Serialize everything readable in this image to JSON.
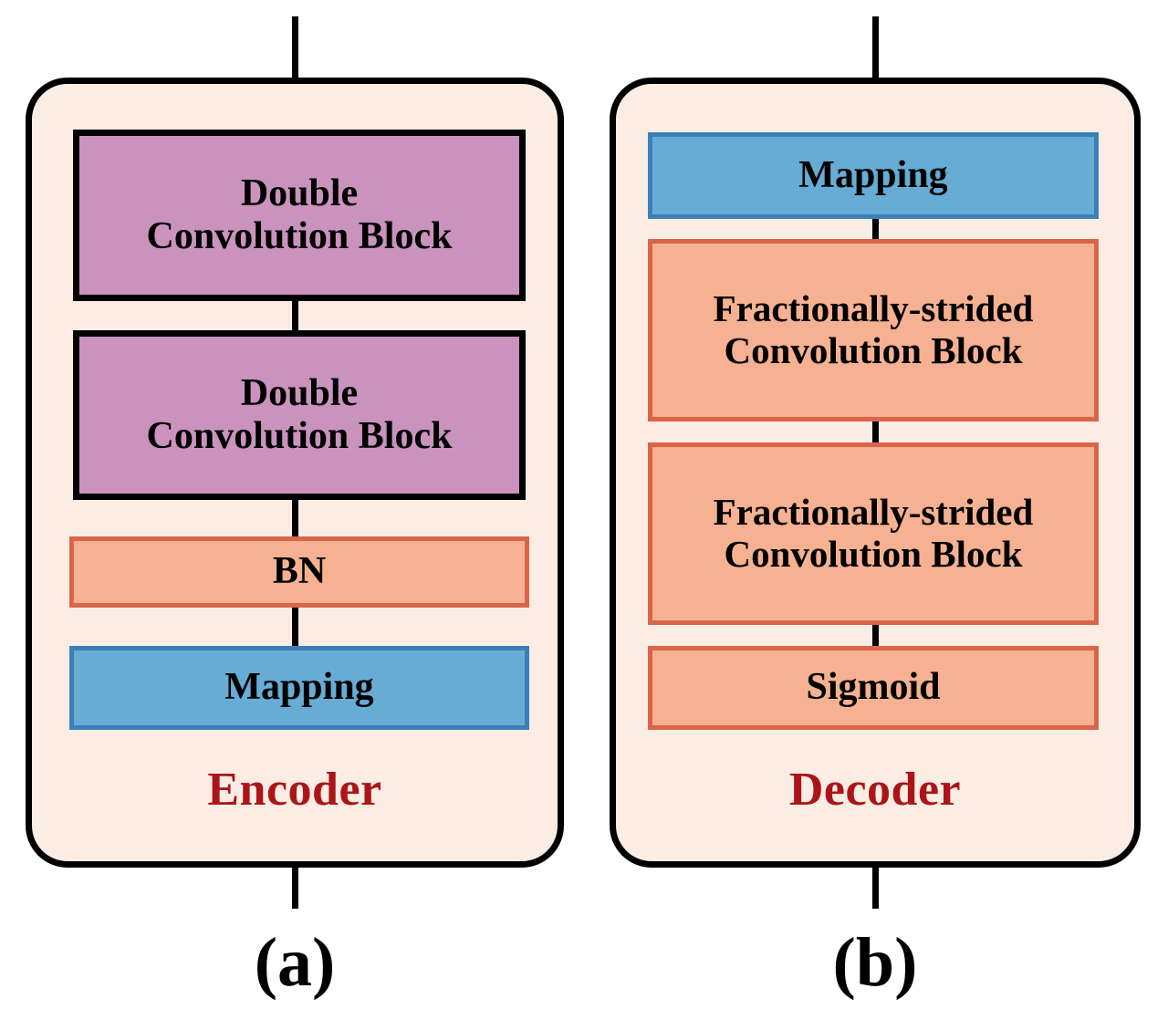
{
  "figure": {
    "background_color": "#FFFFFF",
    "panel_fill": "#FBEDE3",
    "panel_border_color": "#000000",
    "connector_color": "#000000",
    "colors": {
      "purple_fill": "#C993BE",
      "purple_border": "#000000",
      "orange_fill": "#F5B191",
      "orange_border": "#D9654B",
      "blue_fill": "#66ACD4",
      "blue_border": "#3B7FB8",
      "role_label_red": "#AB1519"
    }
  },
  "panels": [
    {
      "id": "encoder",
      "role_label": "Encoder",
      "caption": "(a)",
      "blocks": [
        {
          "id": "encoder-double-conv-1",
          "label": "Double\nConvolution Block",
          "style": "purple"
        },
        {
          "id": "encoder-double-conv-2",
          "label": "Double\nConvolution Block",
          "style": "purple"
        },
        {
          "id": "encoder-bn",
          "label": "BN",
          "style": "orange"
        },
        {
          "id": "encoder-mapping",
          "label": "Mapping",
          "style": "blue"
        }
      ]
    },
    {
      "id": "decoder",
      "role_label": "Decoder",
      "caption": "(b)",
      "blocks": [
        {
          "id": "decoder-mapping",
          "label": "Mapping",
          "style": "blue"
        },
        {
          "id": "decoder-frac-conv-1",
          "label": "Fractionally-strided\nConvolution Block",
          "style": "orange"
        },
        {
          "id": "decoder-frac-conv-2",
          "label": "Fractionally-strided\nConvolution Block",
          "style": "orange"
        },
        {
          "id": "decoder-sigmoid",
          "label": "Sigmoid",
          "style": "orange"
        }
      ]
    }
  ]
}
